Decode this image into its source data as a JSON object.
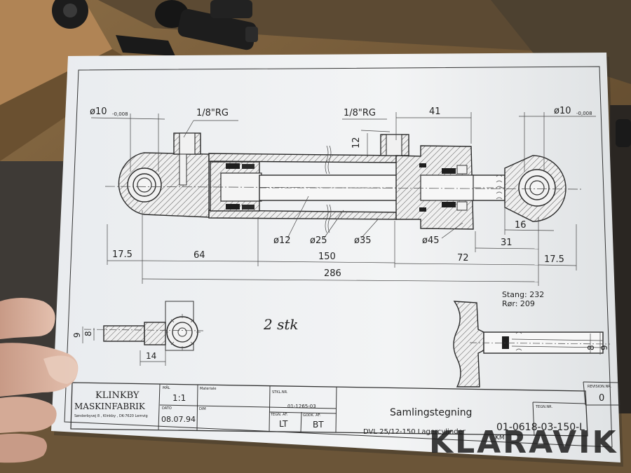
{
  "drawing": {
    "dims": {
      "pin_left": "ø10",
      "pin_left_tol": "-0,008",
      "pin_right": "ø10",
      "pin_right_tol": "-0,008",
      "port_left": "1/8\"RG",
      "port_right": "1/8\"RG",
      "d41": "41",
      "d12_v": "12",
      "d16": "16",
      "d31": "31",
      "d_o12": "ø12",
      "d_o25": "ø25",
      "d_o35": "ø35",
      "d_o45": "ø45",
      "d17_5_left": "17.5",
      "d64": "64",
      "d150": "150",
      "d72": "72",
      "d17_5_right": "17.5",
      "d286": "286",
      "d14": "14",
      "d8_left": "8",
      "d9_left": "9",
      "d8_right": "8",
      "d9_right": "9"
    },
    "notes": {
      "stang": "Stang: 232",
      "ror": "Rør: 209",
      "handwritten": "2 stk"
    }
  },
  "title_block": {
    "company_line1": "KLINKBY",
    "company_line2": "MASKINFABRIK",
    "company_address": "Sønderbyvej 8 , Klinkby , DK-7620 Lemvig",
    "lbl_mal": "MÅL",
    "scale": "1:1",
    "lbl_materiale": "Materiale",
    "lbl_dato": "DATO",
    "date": "08.07.94",
    "lbl_dim": "DIM",
    "lbl_stkl": "STKL.NR.",
    "stkl_no": "01-1265-03",
    "lbl_tegn_af": "TEGN. AF:",
    "drawn_by": "LT",
    "lbl_godk_af": "GODK. AF:",
    "approved_by": "BT",
    "drawing_title": "Samlingstegning",
    "description": "DVL 25/12-150 Lagercylinder",
    "km": "KM",
    "lbl_tegn_nr": "TEGN.NR.",
    "drawing_no": "01-0618-03-150-L",
    "lbl_revision": "REVISION.NR.",
    "revision": "0"
  },
  "watermark": "KLARAVIK"
}
